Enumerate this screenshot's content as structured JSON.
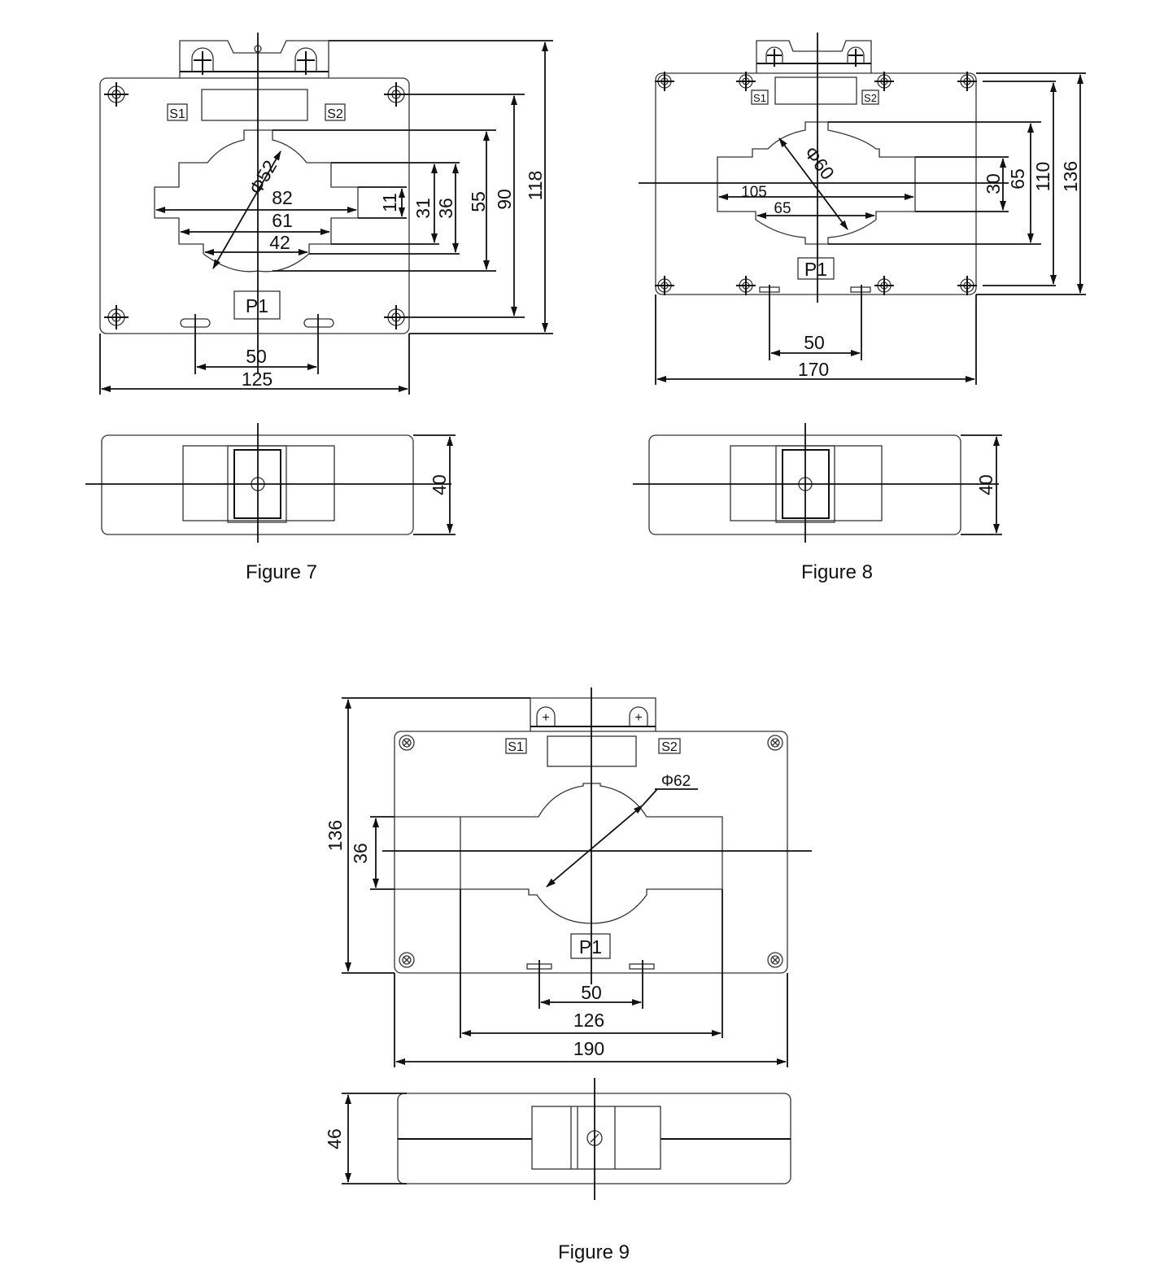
{
  "figures": [
    {
      "caption": "Figure 7",
      "terminals": {
        "s1": "S1",
        "s2": "S2",
        "p1": "P1"
      },
      "dims": {
        "diameter": "Φ52",
        "w82": "82",
        "w61": "61",
        "w42": "42",
        "h11": "11",
        "h31": "31",
        "h36": "36",
        "h55": "55",
        "h90": "90",
        "h118": "118",
        "mount": "50",
        "width": "125",
        "depth": "40"
      }
    },
    {
      "caption": "Figure 8",
      "terminals": {
        "s1": "S1",
        "s2": "S2",
        "p1": "P1"
      },
      "dims": {
        "diameter": "Φ60",
        "w105": "105",
        "w65": "65",
        "h30": "30",
        "h65": "65",
        "h110": "110",
        "h136": "136",
        "mount": "50",
        "width": "170",
        "depth": "40"
      }
    },
    {
      "caption": "Figure 9",
      "terminals": {
        "s1": "S1",
        "s2": "S2",
        "p1": "P1"
      },
      "dims": {
        "diameter": "Φ62",
        "h136": "136",
        "h36": "36",
        "mount": "50",
        "w126": "126",
        "width": "190",
        "depth": "46"
      }
    }
  ]
}
